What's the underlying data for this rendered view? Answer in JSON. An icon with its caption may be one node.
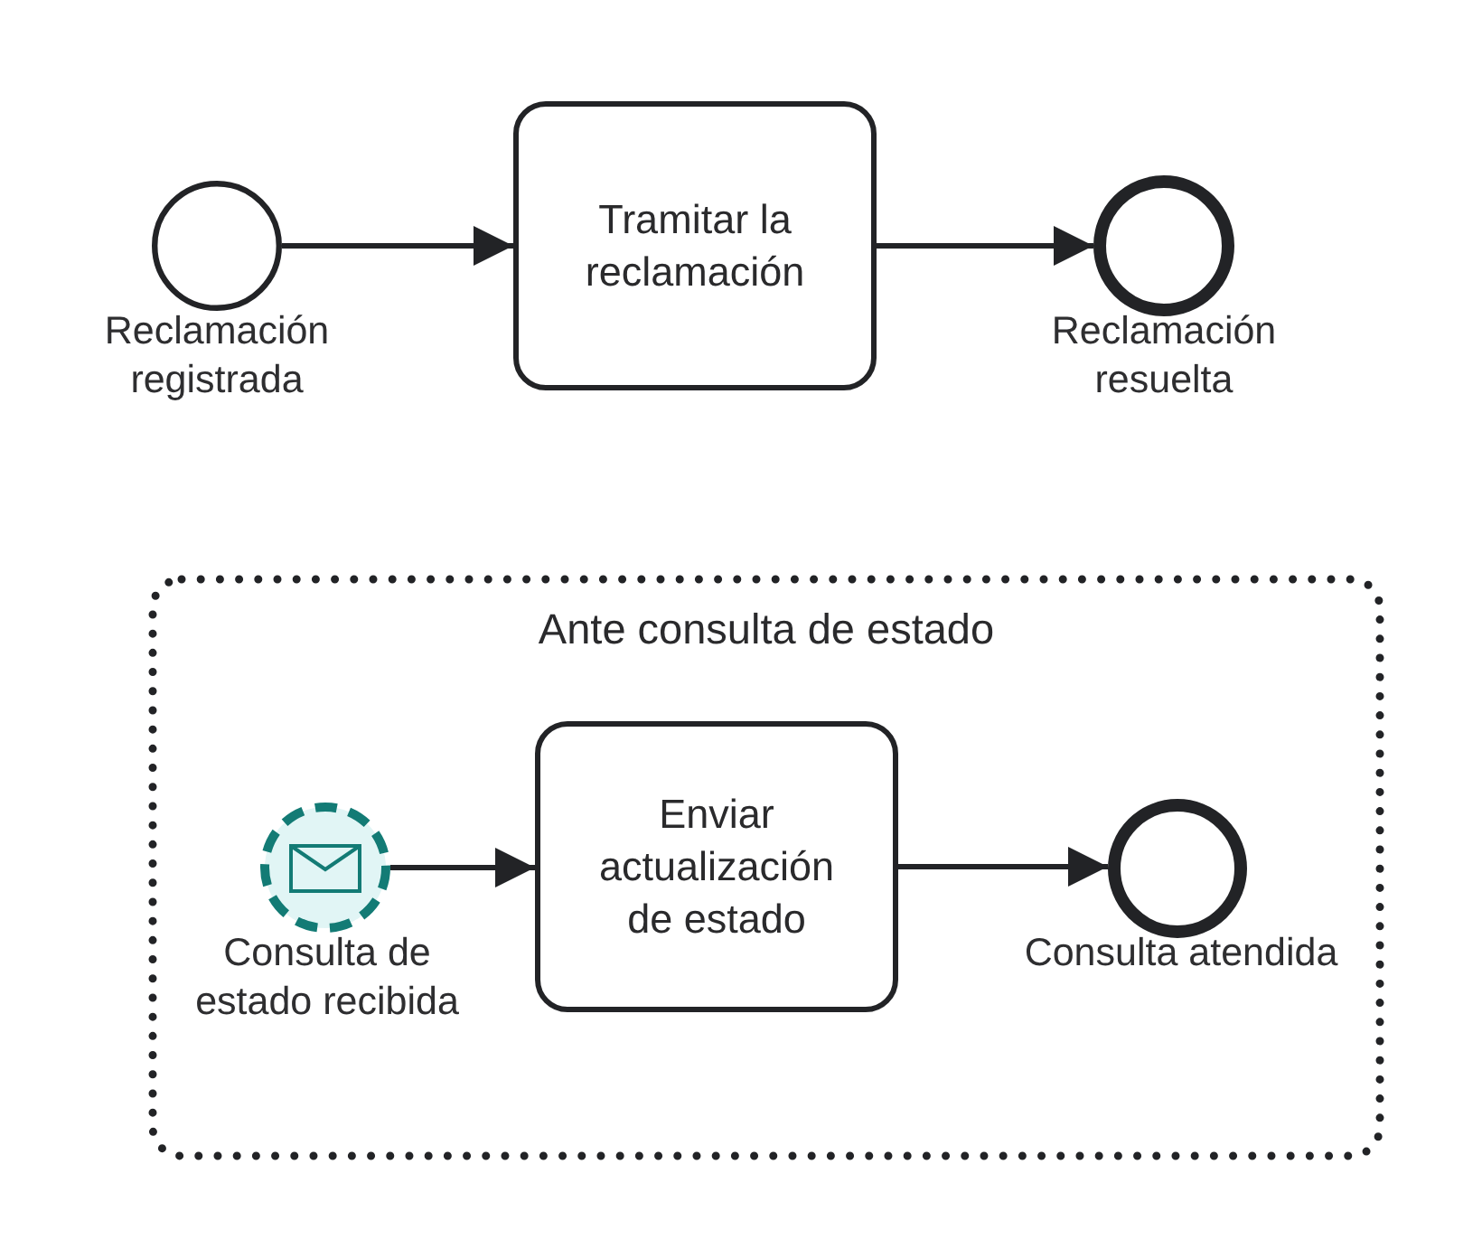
{
  "diagram": {
    "nodes": [
      {
        "text": [],
        "shape": "circle",
        "beside": [
          "Reclamación registrada"
        ]
      },
      {
        "text": [
          "Tramitar la reclamación"
        ]
      },
      {
        "text": [],
        "shape": "circle",
        "beside": [
          "Reclamación resuelta"
        ]
      },
      {
        "text": [
          "Ante consulta de estado"
        ]
      },
      {
        "text": [],
        "shape": "circle",
        "beside": [
          "Consulta de estado recibida"
        ],
        "in": 3
      },
      {
        "text": [
          "Enviar actualización de estado"
        ],
        "in": 3
      },
      {
        "text": [],
        "shape": "circle",
        "beside": [
          "Consulta atendida"
        ],
        "in": 3
      }
    ],
    "edges": [
      {
        "from": 0,
        "to": 1,
        "arrow": "to"
      },
      {
        "from": 1,
        "to": 2,
        "arrow": "to"
      },
      {
        "from": 4,
        "to": 5,
        "arrow": "to"
      },
      {
        "from": 5,
        "to": 6,
        "arrow": "to"
      }
    ]
  }
}
